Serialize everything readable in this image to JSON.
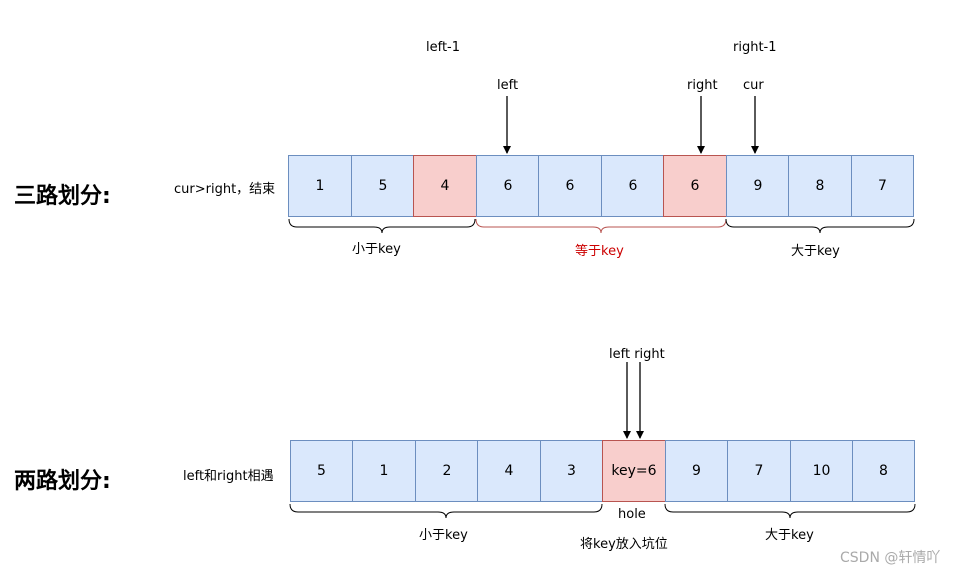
{
  "three_way": {
    "title": "三路划分:",
    "note": "cur>right，结束",
    "cells": [
      "1",
      "5",
      "4",
      "6",
      "6",
      "6",
      "6",
      "9",
      "8",
      "7"
    ],
    "highlighted": [
      2,
      6
    ],
    "labels": {
      "left_minus_1": "left-1",
      "right_minus_1": "right-1",
      "left": "left",
      "right": "right",
      "cur": "cur"
    },
    "groups": {
      "less": "小于key",
      "equal": "等于key",
      "greater": "大于key"
    }
  },
  "two_way": {
    "title": "两路划分:",
    "note": "left和right相遇",
    "cells": [
      "5",
      "1",
      "2",
      "4",
      "3",
      "key=6",
      "9",
      "7",
      "10",
      "8"
    ],
    "highlighted": [
      5
    ],
    "labels": {
      "left_right": "left right",
      "hole": "hole",
      "put_key": "将key放入坑位"
    },
    "groups": {
      "less": "小于key",
      "greater": "大于key"
    }
  },
  "colors": {
    "cell_fill": "#dae8fc",
    "cell_border": "#6c8ebf",
    "highlight_fill": "#f8cecc",
    "highlight_border": "#b85450",
    "equal_brace": "#b85450"
  },
  "watermark": "CSDN @轩情吖"
}
